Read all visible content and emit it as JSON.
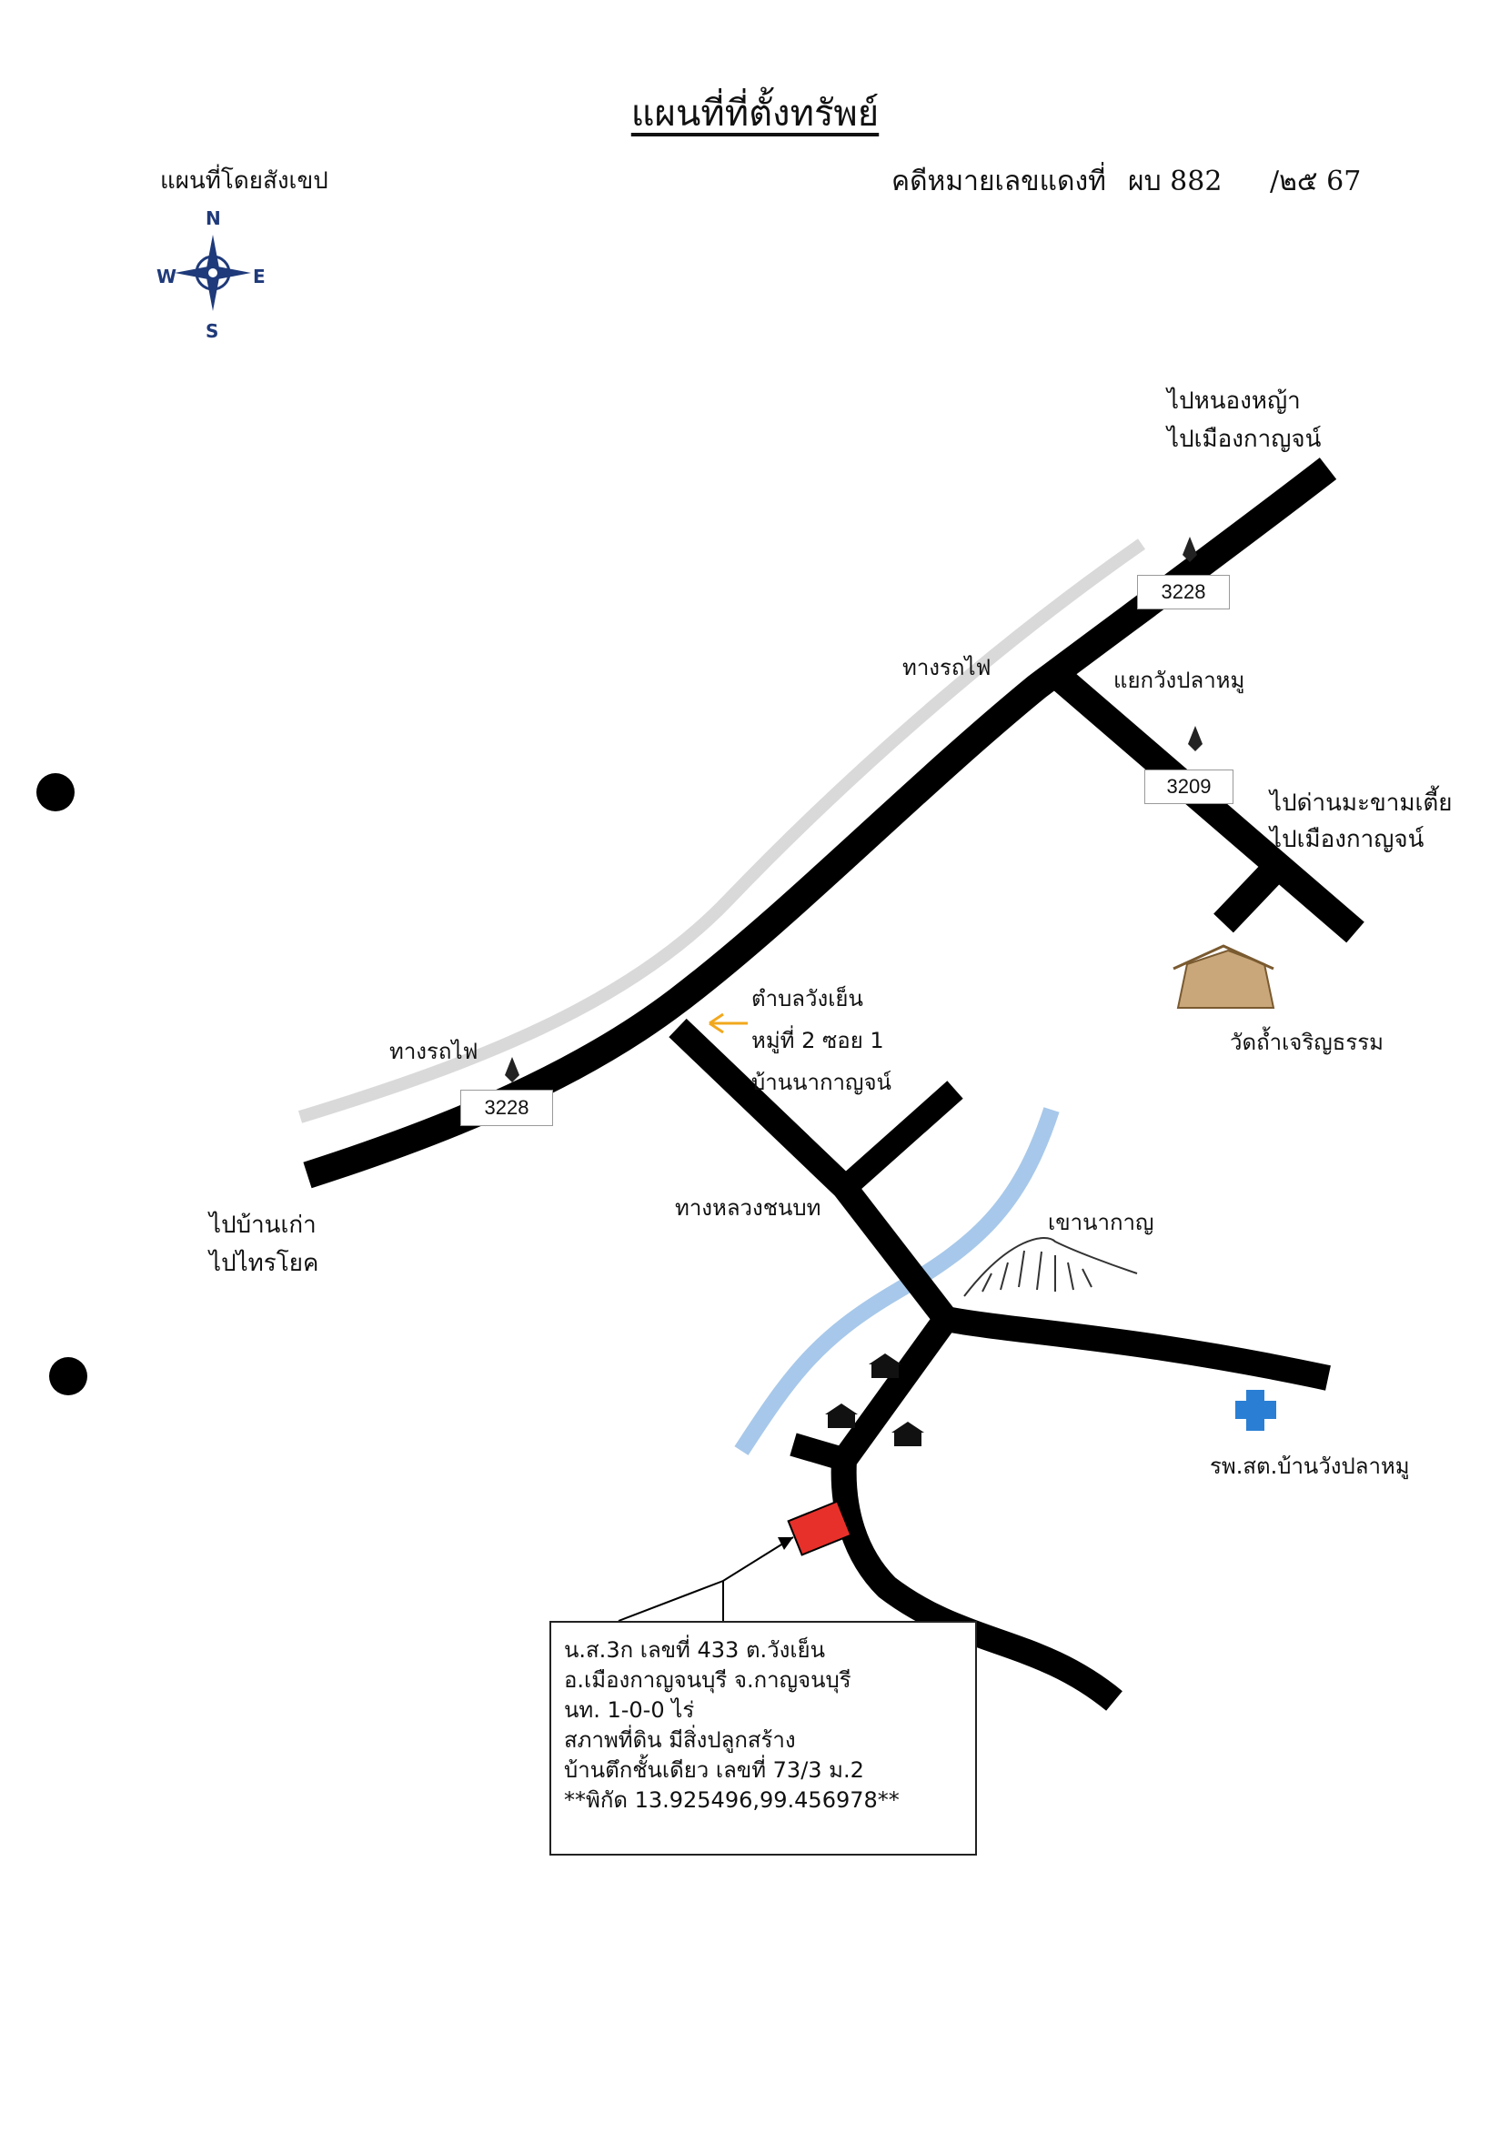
{
  "header": {
    "title": "แผนที่ที่ตั้งทรัพย์",
    "subtitle": "แผนที่โดยสังเขป",
    "case_label": "คดีหมายเลขแดงที่",
    "case_prefix": "ผบ 882",
    "case_year": "/๒๕ 67"
  },
  "compass": {
    "n": "N",
    "s": "S",
    "e": "E",
    "w": "W"
  },
  "routes": {
    "top": "3228",
    "mid": "3209",
    "left": "3228"
  },
  "labels": {
    "to_nong_ya_1": "ไปหนองหญ้า",
    "to_nong_ya_2": "ไปเมืองกาญจน์",
    "rail_top": "ทางรถไฟ",
    "junction": "แยกวังปลาหมู",
    "to_dan_1": "ไปด่านมะขามเตี้ย",
    "to_dan_2": "ไปเมืองกาญจน์",
    "temple": "วัดถ้ำเจริญธรรม",
    "tambon": "ตำบลวังเย็น",
    "moo": "หมู่ที่ 2 ซอย 1",
    "ban_na": "บ้านนากาญจน์",
    "rail_left": "ทางรถไฟ",
    "to_ban_kao_1": "ไปบ้านเก่า",
    "to_ban_kao_2": "ไปไทรโยค",
    "rural_road": "ทางหลวงชนบท",
    "mountain": "เขานากาญ",
    "hospital": "รพ.สต.บ้านวังปลาหมู"
  },
  "info_box": {
    "line1": "น.ส.3ก  เลขที่ 433  ต.วังเย็น",
    "line2": "อ.เมืองกาญจนบุรี  จ.กาญจนบุรี",
    "line3": "นท. 1-0-0 ไร่",
    "line4": "สภาพที่ดิน  มีสิ่งปลูกสร้าง",
    "line5": "บ้านตึกชั้นเดียว เลขที่ 73/3 ม.2",
    "line6": "**พิกัด 13.925496,99.456978**"
  },
  "colors": {
    "road": "#000000",
    "railway": "#d9d9d9",
    "river": "#a7c8ea",
    "property": "#e8302a",
    "arrow": "#f2a81d",
    "hospital": "#2a7fd4"
  }
}
